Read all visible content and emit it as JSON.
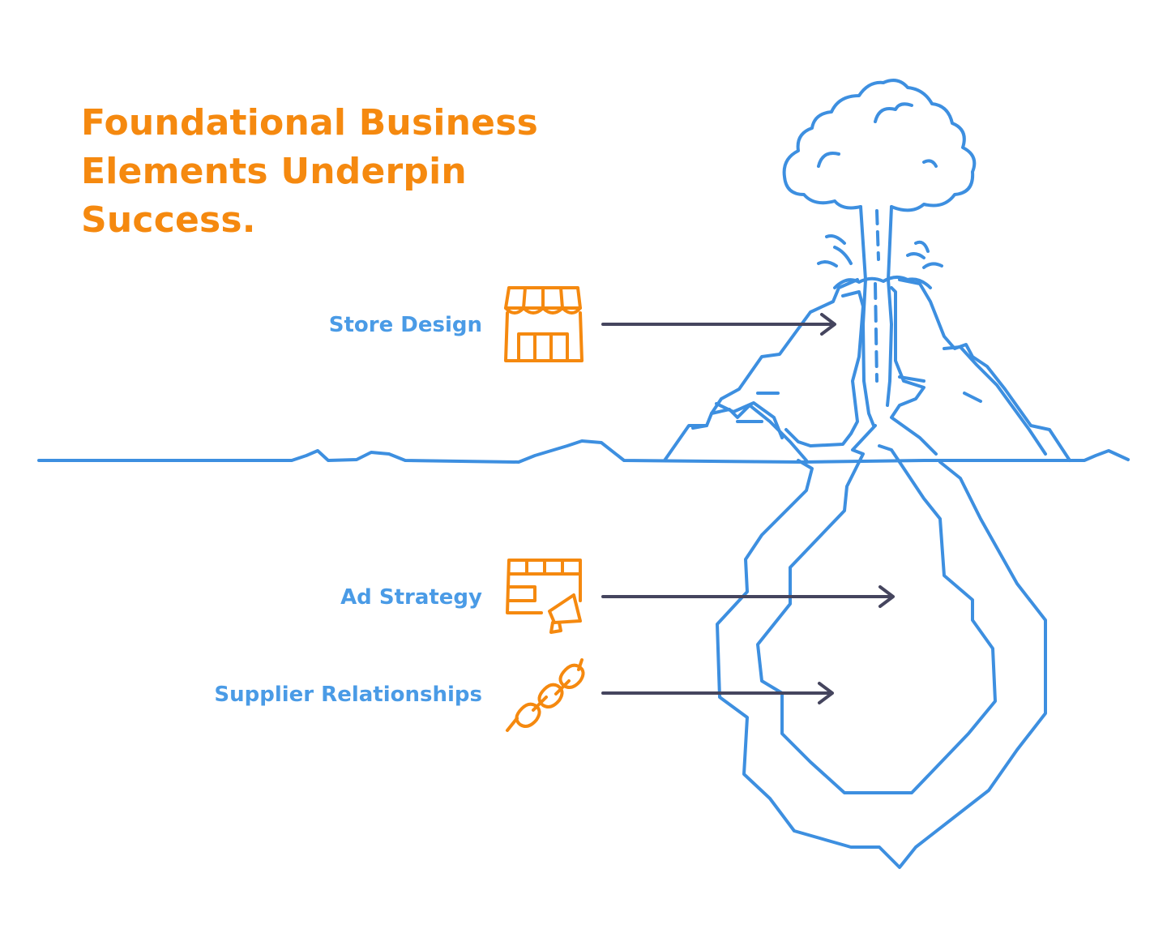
{
  "title": "Foundational Business Elements Underpin Success.",
  "items": [
    {
      "label": "Store Design",
      "icon": "storefront-icon"
    },
    {
      "label": "Ad Strategy",
      "icon": "ad-browser-megaphone-icon"
    },
    {
      "label": "Supplier Relationships",
      "icon": "chain-link-icon"
    }
  ],
  "colors": {
    "title": "#F5890F",
    "label": "#4A9BE6",
    "icons": "#F5890F",
    "iceberg": "#3D8FE0",
    "arrows": "#45455E"
  }
}
